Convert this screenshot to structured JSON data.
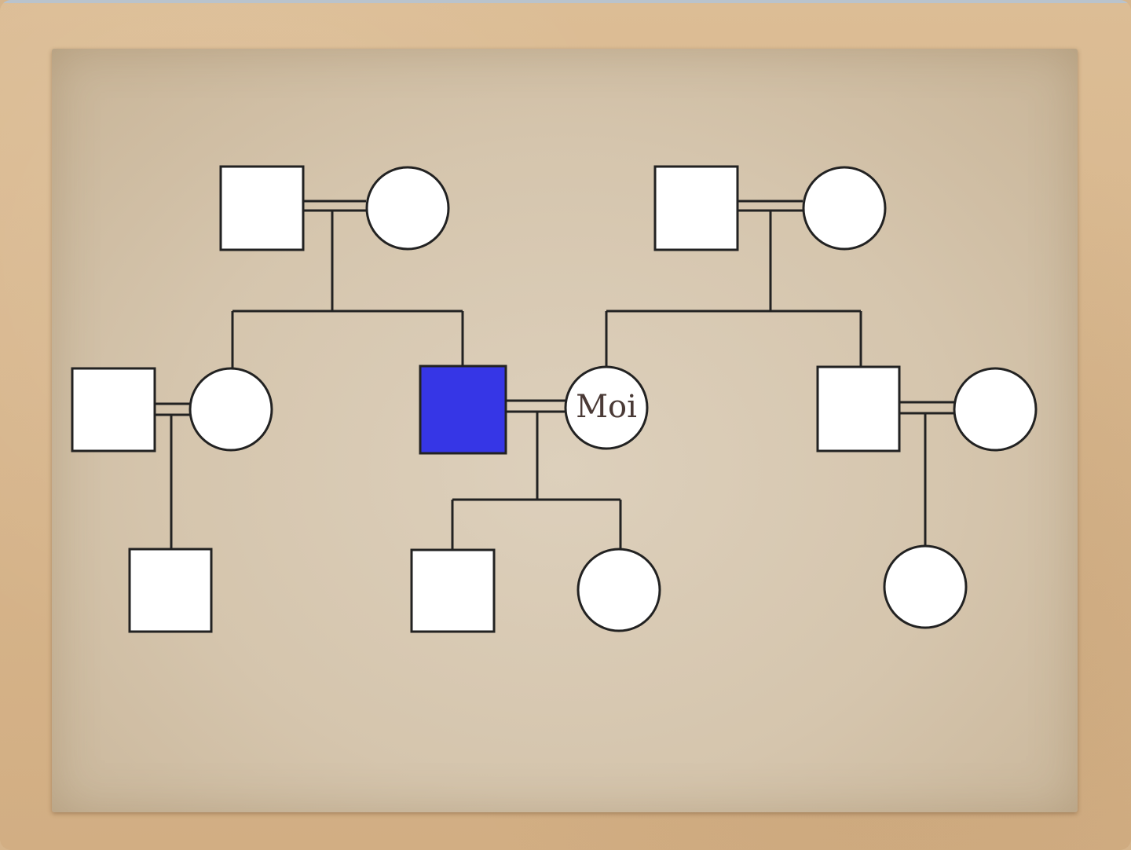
{
  "colors": {
    "affected_fill": "#3636e6",
    "node_fill": "#ffffff",
    "line": "#222222"
  },
  "pedigree": {
    "self_label": "Moi",
    "members": [
      {
        "id": "pgf",
        "generation": 1,
        "sex": "male",
        "affected": false
      },
      {
        "id": "pgm",
        "generation": 1,
        "sex": "female",
        "affected": false
      },
      {
        "id": "mgf",
        "generation": 1,
        "sex": "male",
        "affected": false
      },
      {
        "id": "mgm",
        "generation": 1,
        "sex": "female",
        "affected": false
      },
      {
        "id": "aunt-spouse",
        "generation": 2,
        "sex": "male",
        "affected": false
      },
      {
        "id": "aunt",
        "generation": 2,
        "sex": "female",
        "affected": false
      },
      {
        "id": "husband",
        "generation": 2,
        "sex": "male",
        "affected": true
      },
      {
        "id": "self",
        "generation": 2,
        "sex": "female",
        "affected": false,
        "label": "Moi"
      },
      {
        "id": "uncle",
        "generation": 2,
        "sex": "male",
        "affected": false
      },
      {
        "id": "uncle-spouse",
        "generation": 2,
        "sex": "female",
        "affected": false
      },
      {
        "id": "cousin-son",
        "generation": 3,
        "sex": "male",
        "affected": false
      },
      {
        "id": "son",
        "generation": 3,
        "sex": "male",
        "affected": false
      },
      {
        "id": "daughter",
        "generation": 3,
        "sex": "female",
        "affected": false
      },
      {
        "id": "cousin-daughter",
        "generation": 3,
        "sex": "female",
        "affected": false
      }
    ]
  }
}
